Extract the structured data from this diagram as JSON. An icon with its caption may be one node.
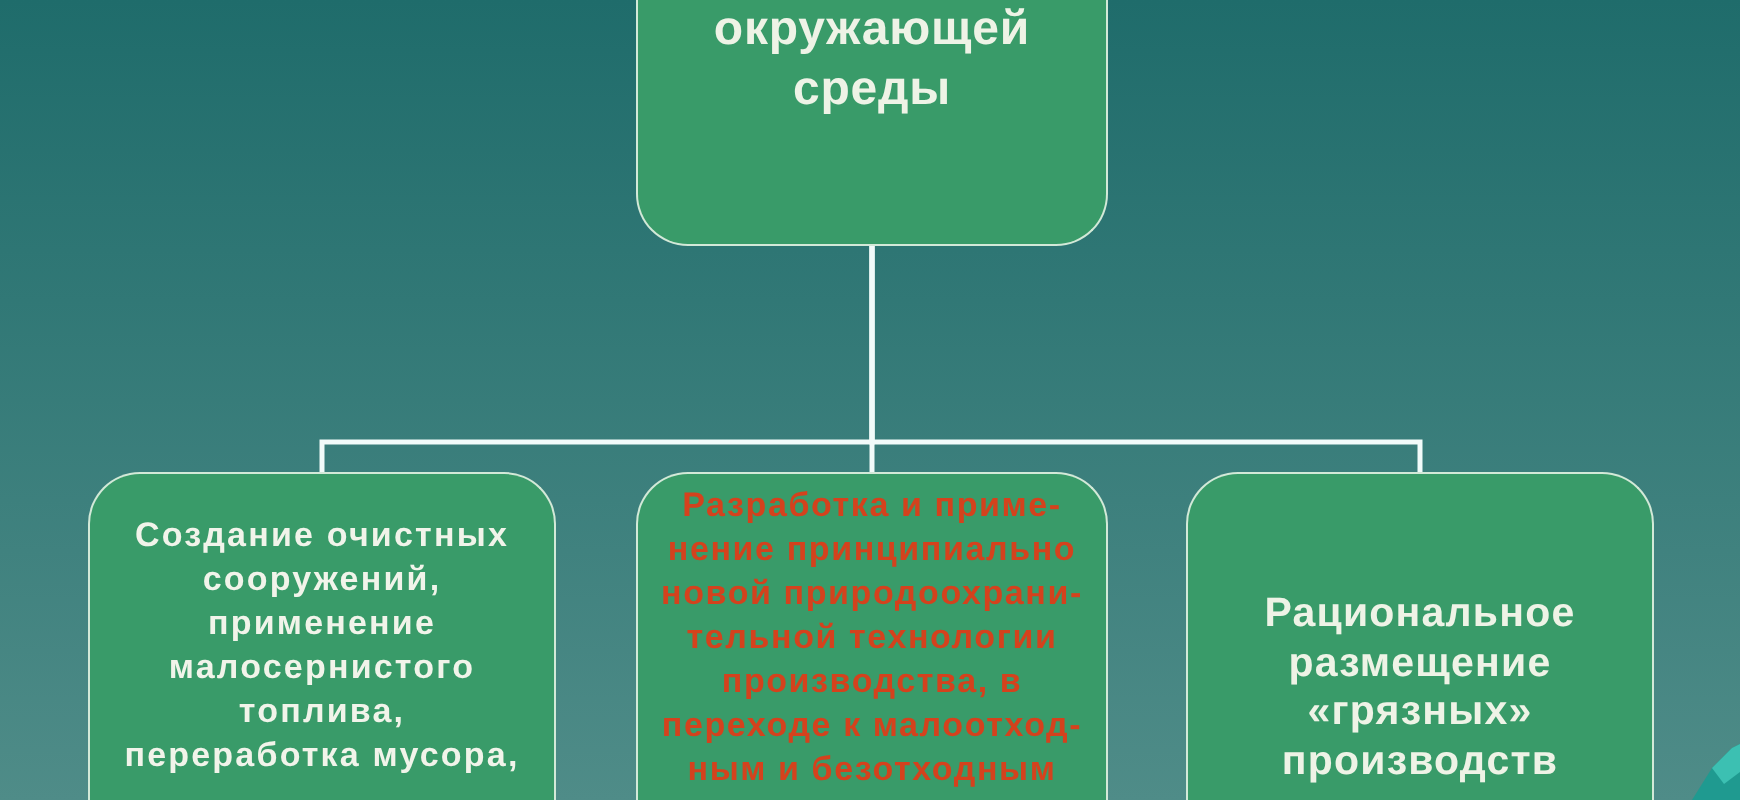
{
  "diagram": {
    "nodes": [
      {
        "text": [
          "окружающей среды"
        ]
      },
      {
        "text": [
          "Создание очистных сооружений, применение малосернистого топлива, переработка мусора,"
        ]
      },
      {
        "text": [
          "Разработка и приме- нение принципиально новой природоохрани- тельной технологии производства, в переходе к малоотход- ным и безотходным"
        ]
      },
      {
        "text": [
          "Рациональное размещение «грязных» производств"
        ]
      }
    ],
    "edges": [
      {
        "from": 0,
        "to": 1,
        "arrow": "none"
      },
      {
        "from": 0,
        "to": 2,
        "arrow": "none"
      },
      {
        "from": 0,
        "to": 3,
        "arrow": "none"
      }
    ]
  }
}
